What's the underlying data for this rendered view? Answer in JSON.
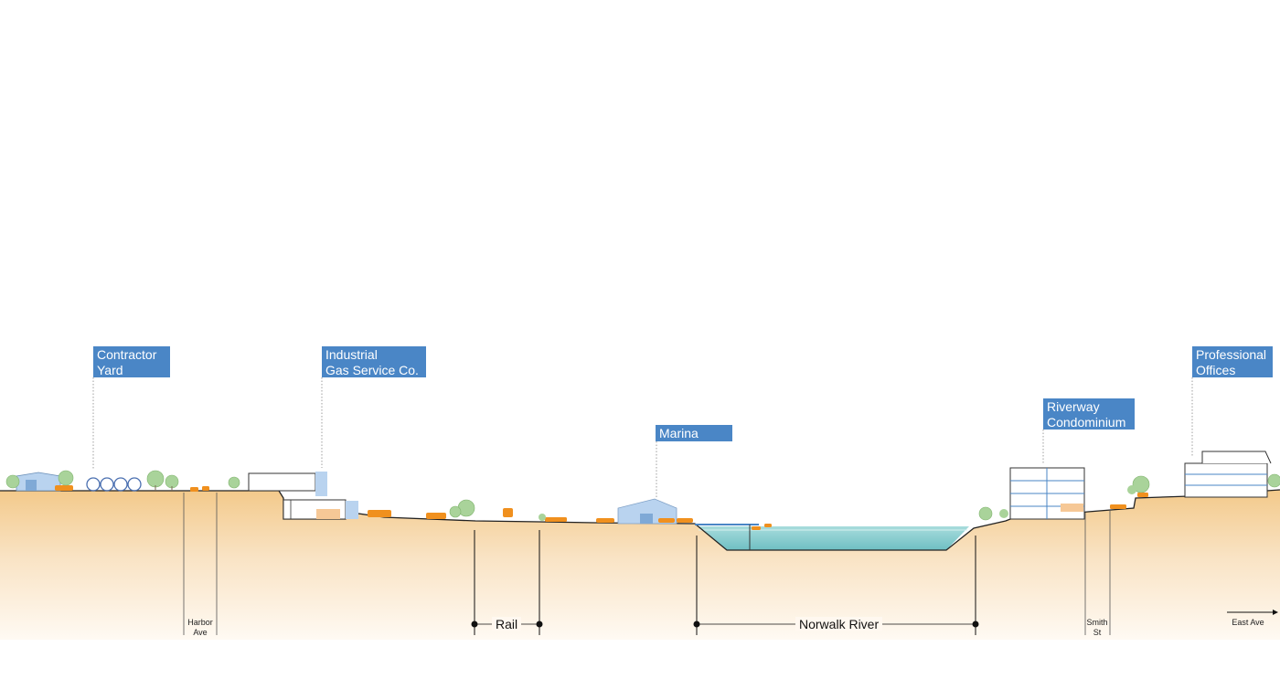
{
  "labels": {
    "contractor_yard": [
      "Contractor",
      "Yard"
    ],
    "industrial_gas": [
      "Industrial",
      "Gas Service Co."
    ],
    "marina": [
      "Marina"
    ],
    "riverway": [
      "Riverway",
      "Condominium"
    ],
    "professional": [
      "Professional",
      "Offices"
    ]
  },
  "streets": {
    "harbor": [
      "Harbor",
      "Ave"
    ],
    "smith": [
      "Smith",
      "St"
    ],
    "east": "East Ave"
  },
  "spans": {
    "rail": "Rail",
    "river": "Norwalk River"
  },
  "colors": {
    "label_bg": "#4a86c6",
    "ground_top": "#f3c98a",
    "ground_bottom": "#fffaf3",
    "water": "#8fd0d2",
    "vehicle": "#f0901e",
    "tree": "#a9d39a",
    "building_blue": "#b9d3ef"
  }
}
